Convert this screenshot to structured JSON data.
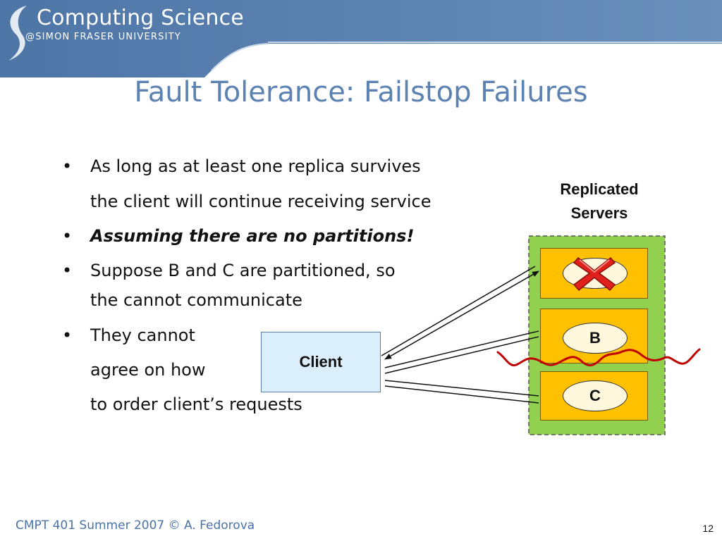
{
  "header": {
    "logo_title": "Computing Science",
    "logo_subtitle": "@SIMON FRASER UNIVERSITY",
    "banner_color": "#5f84b0"
  },
  "slide": {
    "title": "Fault Tolerance: Failstop Failures",
    "bullets": [
      {
        "lines": [
          "As long as at least one replica survives",
          "the client will continue receiving service"
        ],
        "style": "normal"
      },
      {
        "lines": [
          "Assuming there are no partitions!"
        ],
        "style": "bold-italic"
      },
      {
        "lines": [
          "Suppose B and C are partitioned, so",
          "the cannot communicate"
        ],
        "style": "normal"
      },
      {
        "lines": [
          "They cannot",
          "agree on how",
          "to order client’s requests"
        ],
        "style": "normal"
      }
    ]
  },
  "diagram": {
    "group_label": [
      "Replicated",
      "Servers"
    ],
    "client_label": "Client",
    "servers": [
      {
        "label": "",
        "status": "failed",
        "icon": "red-x-icon"
      },
      {
        "label": "B",
        "status": "ok"
      },
      {
        "label": "C",
        "status": "ok"
      }
    ],
    "colors": {
      "group_fill": "#92d050",
      "server_fill": "#ffc000",
      "client_fill": "#dbeefb",
      "partition_line": "#c00000",
      "fail_x": "#e0201a"
    }
  },
  "footer": {
    "course": "CMPT 401 Summer 2007  © A. Fedorova",
    "page_number": "12"
  }
}
